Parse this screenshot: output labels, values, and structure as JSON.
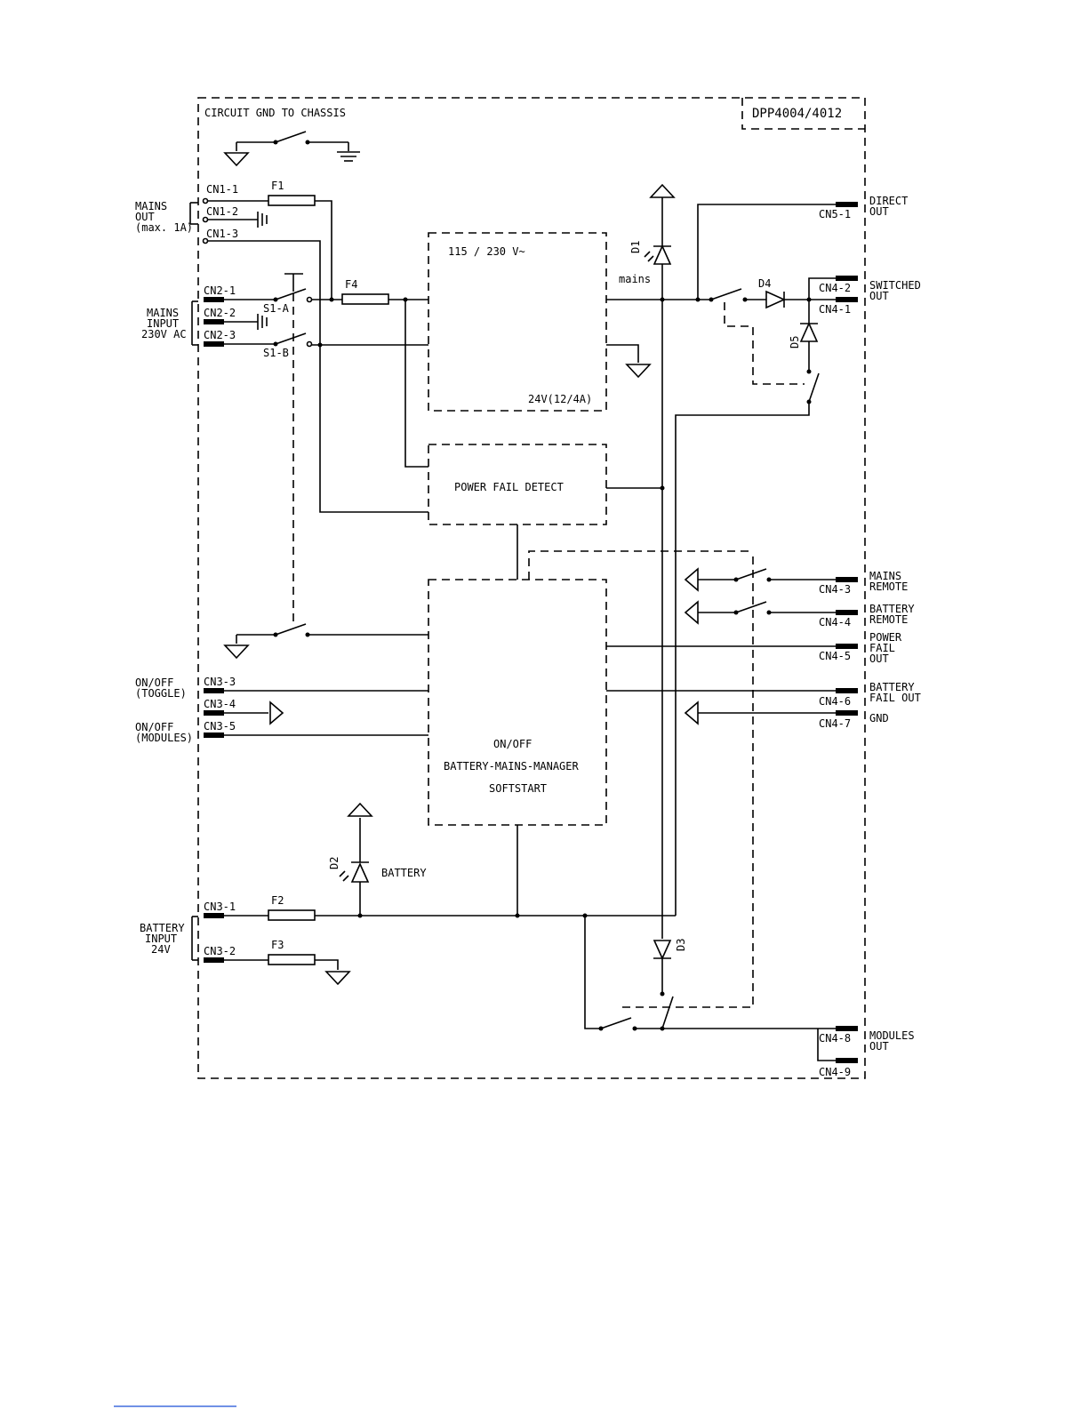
{
  "diagram": {
    "model": "DPP4004/4012",
    "circuit_gnd_label": "CIRCUIT GND TO CHASSIS",
    "blocks": {
      "psu_top": "115 / 230 V~",
      "psu_bottom": "24V(12/4A)",
      "power_fail": "POWER FAIL DETECT",
      "manager_l1": "ON/OFF",
      "manager_l2": "BATTERY-MAINS-MANAGER",
      "manager_l3": "SOFTSTART"
    },
    "left_labels": {
      "mains_out": [
        "MAINS",
        "OUT",
        "(max. 1A)"
      ],
      "mains_input": [
        "MAINS",
        "INPUT",
        "230V AC"
      ],
      "onoff_toggle": [
        "ON/OFF",
        "(TOGGLE)"
      ],
      "onoff_modules": [
        "ON/OFF",
        "(MODULES)"
      ],
      "battery_input": [
        "BATTERY",
        "INPUT",
        "24V"
      ]
    },
    "right_labels": {
      "direct_out": [
        "DIRECT",
        "OUT"
      ],
      "switched_out": [
        "SWITCHED",
        "OUT"
      ],
      "mains_remote": [
        "MAINS",
        "REMOTE"
      ],
      "battery_remote": [
        "BATTERY",
        "REMOTE"
      ],
      "power_fail_out": [
        "POWER",
        "FAIL",
        "OUT"
      ],
      "battery_fail_out": [
        "BATTERY",
        "FAIL OUT"
      ],
      "gnd": "GND",
      "modules_out": [
        "MODULES",
        "OUT"
      ]
    },
    "connectors": {
      "cn1_1": "CN1-1",
      "cn1_2": "CN1-2",
      "cn1_3": "CN1-3",
      "cn2_1": "CN2-1",
      "cn2_2": "CN2-2",
      "cn2_3": "CN2-3",
      "cn3_1": "CN3-1",
      "cn3_2": "CN3-2",
      "cn3_3": "CN3-3",
      "cn3_4": "CN3-4",
      "cn3_5": "CN3-5",
      "cn4_1": "CN4-1",
      "cn4_2": "CN4-2",
      "cn4_3": "CN4-3",
      "cn4_4": "CN4-4",
      "cn4_5": "CN4-5",
      "cn4_6": "CN4-6",
      "cn4_7": "CN4-7",
      "cn4_8": "CN4-8",
      "cn4_9": "CN4-9",
      "cn5_1": "CN5-1"
    },
    "components": {
      "f1": "F1",
      "f2": "F2",
      "f3": "F3",
      "f4": "F4",
      "d1": "D1",
      "d2": "D2",
      "d3": "D3",
      "d4": "D4",
      "d5": "D5",
      "s1a": "S1-A",
      "s1b": "S1-B"
    },
    "annotations": {
      "mains": "mains",
      "battery": "BATTERY"
    }
  }
}
